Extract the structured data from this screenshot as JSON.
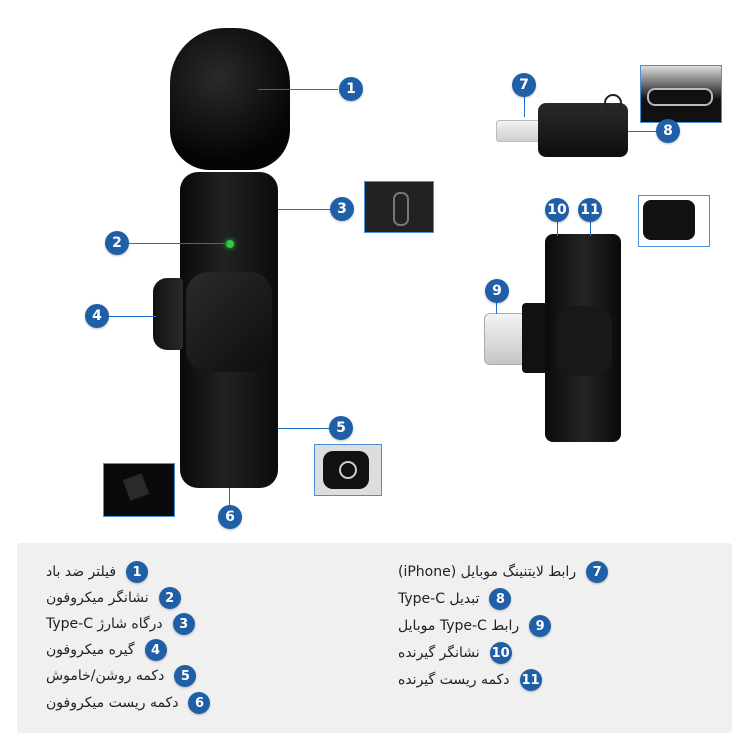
{
  "callouts": [
    "1",
    "2",
    "3",
    "4",
    "5",
    "6",
    "7",
    "8",
    "9",
    "10",
    "11"
  ],
  "legend": {
    "right_column": [
      {
        "num": "1",
        "text": "فیلتر ضد باد"
      },
      {
        "num": "2",
        "text": "نشانگر میکروفون"
      },
      {
        "num": "3",
        "text": "درگاه شارژ Type-C"
      },
      {
        "num": "4",
        "text": "گیره میکروفون"
      },
      {
        "num": "5",
        "text": "دکمه روشن/خاموش"
      },
      {
        "num": "6",
        "text": "دکمه ریست میکروفون"
      }
    ],
    "left_column": [
      {
        "num": "7",
        "text": "رابط لایتنینگ موبایل (iPhone)"
      },
      {
        "num": "8",
        "text": "تبدیل Type-C"
      },
      {
        "num": "9",
        "text": "رابط Type-C موبایل"
      },
      {
        "num": "10",
        "text": "نشانگر گیرنده"
      },
      {
        "num": "11",
        "text": "دکمه ریست گیرنده"
      }
    ]
  },
  "colors": {
    "badge": "#1f5fa8",
    "line": "#1f6fd0",
    "indicator_led": "#2ecc40",
    "device": "#111111"
  }
}
